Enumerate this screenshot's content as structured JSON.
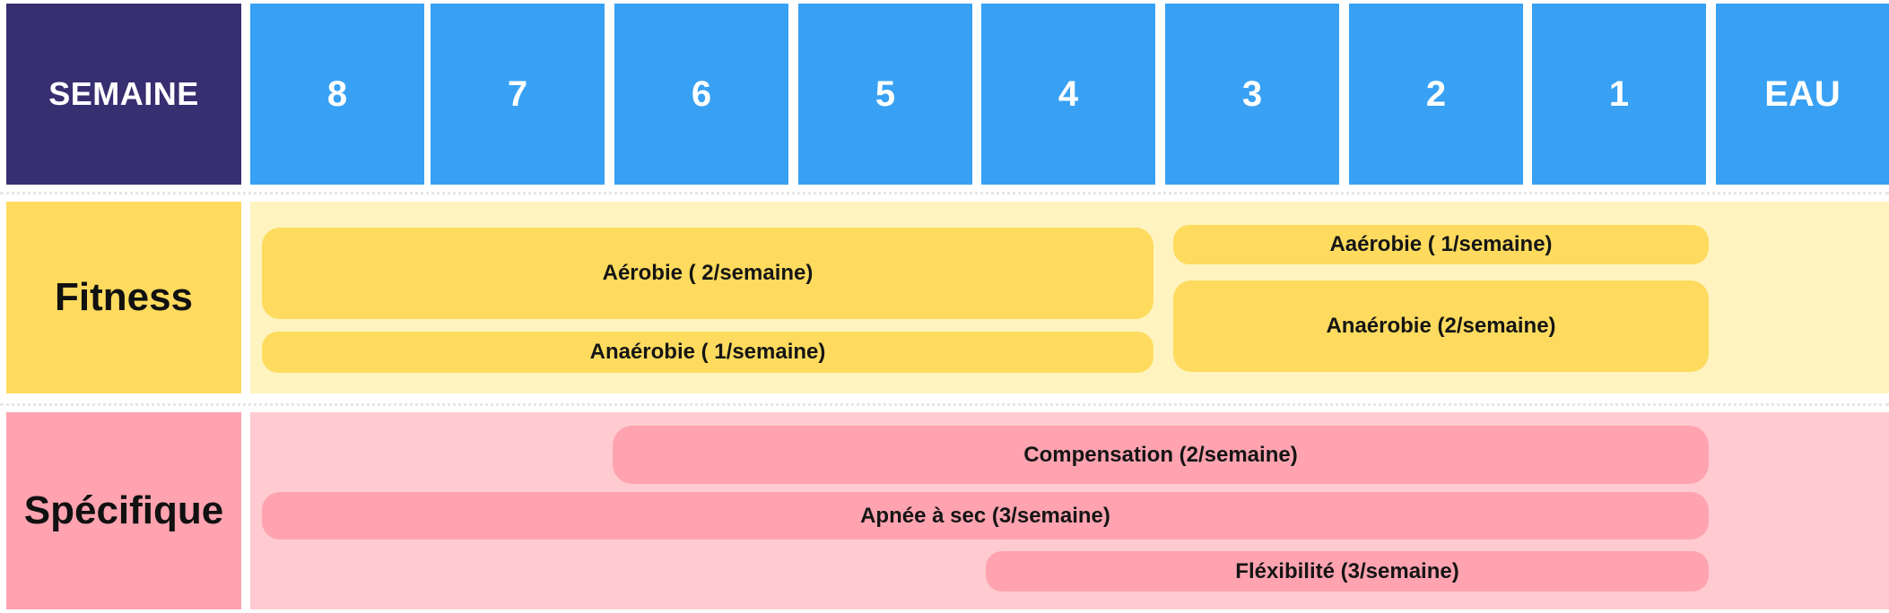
{
  "header": {
    "label": "SEMAINE",
    "weeks": [
      "8",
      "7",
      "6",
      "5",
      "4",
      "3",
      "2",
      "1",
      "EAU"
    ]
  },
  "rows": {
    "fitness": {
      "label": "Fitness",
      "bars": [
        {
          "label": "Aérobie ( 2/semaine)",
          "start_week": "8",
          "end_week": "4"
        },
        {
          "label": "Anaérobie ( 1/semaine)",
          "start_week": "8",
          "end_week": "4"
        },
        {
          "label": "Aaérobie ( 1/semaine)",
          "start_week": "3",
          "end_week": "1"
        },
        {
          "label": "Anaérobie (2/semaine)",
          "start_week": "3",
          "end_week": "1"
        }
      ]
    },
    "specifique": {
      "label": "Spécifique",
      "bars": [
        {
          "label": "Compensation (2/semaine)",
          "start_week": "6",
          "end_week": "1"
        },
        {
          "label": "Apnée à sec (3/semaine)",
          "start_week": "8",
          "end_week": "1"
        },
        {
          "label": "Fléxibilité (3/semaine)",
          "start_week": "4",
          "end_week": "1"
        }
      ]
    }
  },
  "colors": {
    "header_label": "#372f70",
    "week_header": "#38a1f3",
    "fitness_label": "#fedb5e",
    "fitness_background": "#fff4c0",
    "fitness_bar": "#fedb5e",
    "specifique_label": "#ffa3b0",
    "specifique_background": "#ffcbd1",
    "specifique_bar": "#ffa3b0"
  }
}
